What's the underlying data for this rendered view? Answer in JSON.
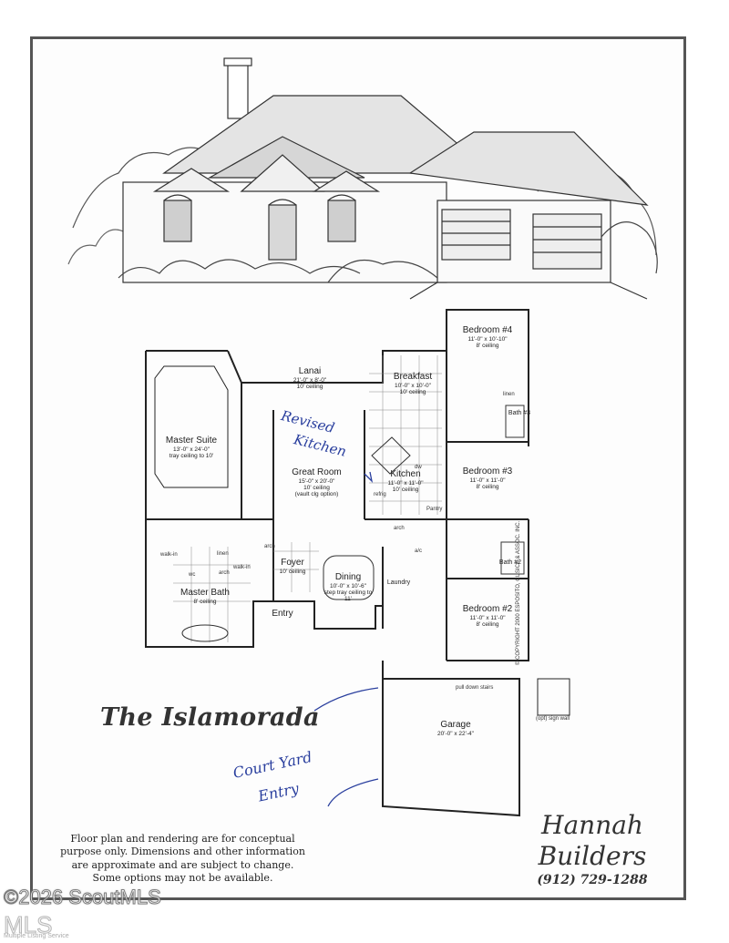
{
  "plan_name": "The Islamorada",
  "rooms": [
    {
      "key": "lanai",
      "name": "Lanai",
      "dim": "21'-0\" x 8'-0\"",
      "ceiling": "10' ceiling"
    },
    {
      "key": "breakfast",
      "name": "Breakfast",
      "dim": "10'-0\" x 10'-0\"",
      "ceiling": "10' ceiling"
    },
    {
      "key": "bedroom4",
      "name": "Bedroom #4",
      "dim": "11'-0\" x 10'-10\"",
      "ceiling": "8' ceiling"
    },
    {
      "key": "master",
      "name": "Master Suite",
      "dim": "13'-0\" x 24'-0\"",
      "ceiling": "tray ceiling to 10'"
    },
    {
      "key": "great",
      "name": "Great Room",
      "dim": "15'-0\" x 20'-0\"",
      "ceiling": "10' ceiling",
      "extra": "(vault clg option)"
    },
    {
      "key": "kitchen",
      "name": "Kitchen",
      "dim": "11'-0\" x 11'-0\"",
      "ceiling": "10' ceiling"
    },
    {
      "key": "bedroom3",
      "name": "Bedroom #3",
      "dim": "11'-0\" x 11'-0\"",
      "ceiling": "8' ceiling"
    },
    {
      "key": "foyer",
      "name": "Foyer",
      "ceiling": "10' ceiling"
    },
    {
      "key": "dining",
      "name": "Dining",
      "dim": "10'-0\" x 10'-6\"",
      "ceiling": "step tray ceiling to 11'"
    },
    {
      "key": "masterbath",
      "name": "Master Bath",
      "ceiling": "8' ceiling"
    },
    {
      "key": "entry",
      "name": "Entry"
    },
    {
      "key": "laundry",
      "name": "Laundry"
    },
    {
      "key": "bedroom2",
      "name": "Bedroom #2",
      "dim": "11'-0\" x 11'-0\"",
      "ceiling": "8' ceiling"
    },
    {
      "key": "bath2",
      "name": "Bath #2"
    },
    {
      "key": "bath3",
      "name": "Bath #3"
    },
    {
      "key": "garage",
      "name": "Garage",
      "dim": "20'-0\" x 22'-4\""
    }
  ],
  "small_labels": {
    "linen": "linen",
    "walk_in_1": "walk-in",
    "walk_in_2": "walk-in",
    "linen2": "linen",
    "arch1": "arch",
    "arch2": "arch",
    "arch3": "arch",
    "pantry": "Pantry",
    "pull_down_stairs": "pull down stairs",
    "opt_sign_wall": "(opt) sign wall",
    "refrig": "refrig",
    "dw": "dw",
    "wc": "wc",
    "ac": "a/c"
  },
  "copyright": "© COPYRIGHT 2000 ESPOSITO, CUSICK & ASSOC. INC.",
  "handwritten": {
    "revised": "Revised",
    "kitchen": "Kitchen",
    "court": "Court Yard",
    "entry": "Entry"
  },
  "disclaimer": [
    "Floor plan and rendering are for conceptual",
    "purpose only.  Dimensions and other information",
    "are approximate and are subject to change.",
    "Some options may not be available."
  ],
  "builder": {
    "line1": "Hannah",
    "line2": "Builders",
    "phone": "(912)  729-1288"
  },
  "watermark": {
    "line1": "©2026 ScoutMLS",
    "line2": "MLS",
    "line3": "Multiple Listing Service"
  }
}
